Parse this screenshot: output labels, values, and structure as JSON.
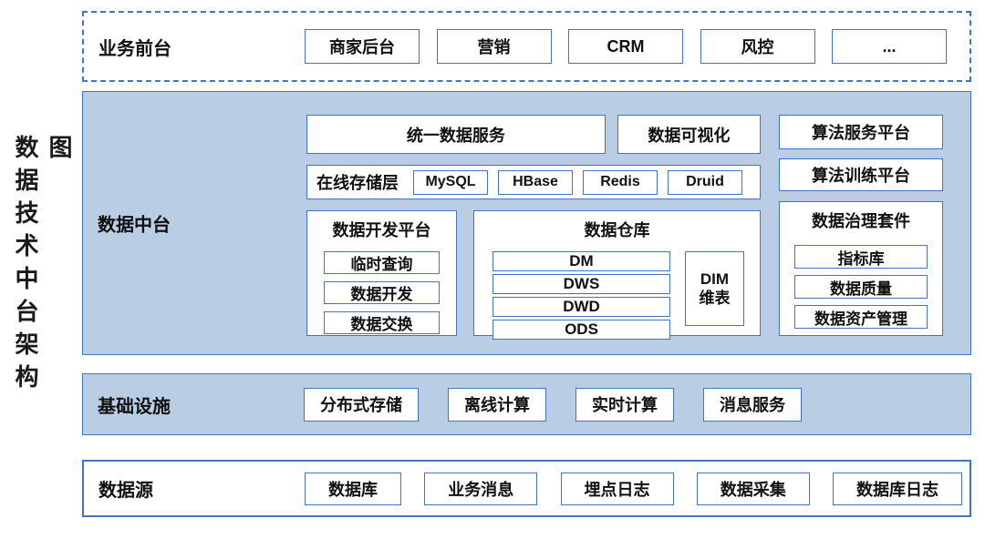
{
  "title": "数据技术中台架构图",
  "colors": {
    "border": "#4472C4",
    "layer_fill": "#B9CDE5"
  },
  "frontend": {
    "label": "业务前台",
    "items": [
      "商家后台",
      "营销",
      "CRM",
      "风控",
      "..."
    ]
  },
  "middle": {
    "label": "数据中台",
    "unified_data_service": "统一数据服务",
    "data_visualization": "数据可视化",
    "algorithm_service_platform": "算法服务平台",
    "algorithm_training_platform": "算法训练平台",
    "online_storage": {
      "label": "在线存储层",
      "items": [
        "MySQL",
        "HBase",
        "Redis",
        "Druid"
      ]
    },
    "dev_platform": {
      "label": "数据开发平台",
      "items": [
        "临时查询",
        "数据开发",
        "数据交换"
      ]
    },
    "warehouse": {
      "label": "数据仓库",
      "layers": [
        "DM",
        "DWS",
        "DWD",
        "ODS"
      ],
      "dim_line1": "DIM",
      "dim_line2": "维表"
    },
    "governance": {
      "label": "数据治理套件",
      "items": [
        "指标库",
        "数据质量",
        "数据资产管理"
      ]
    }
  },
  "infrastructure": {
    "label": "基础设施",
    "items": [
      "分布式存储",
      "离线计算",
      "实时计算",
      "消息服务"
    ]
  },
  "datasource": {
    "label": "数据源",
    "items": [
      "数据库",
      "业务消息",
      "埋点日志",
      "数据采集",
      "数据库日志"
    ]
  }
}
